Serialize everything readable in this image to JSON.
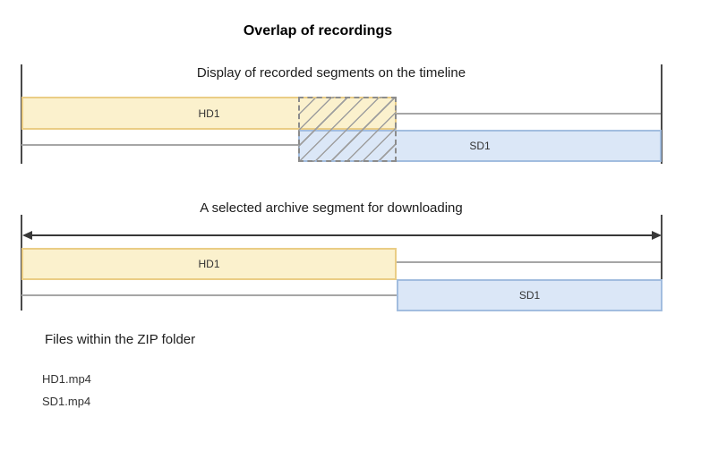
{
  "title": "Overlap of recordings",
  "timeline1": {
    "caption": "Display of recorded segments on the timeline",
    "hd_label": "HD1",
    "sd_label": "SD1"
  },
  "timeline2": {
    "caption": "A selected archive segment for downloading",
    "hd_label": "HD1",
    "sd_label": "SD1"
  },
  "files": {
    "caption": "Files within the ZIP folder",
    "items": [
      "HD1.mp4",
      "SD1.mp4"
    ]
  },
  "colors": {
    "hd-fill": "#fbf1cd",
    "hd-border": "#eacd85",
    "sd-fill": "#dbe7f7",
    "sd-border": "#a2bddf",
    "track-line": "#a6a6a6",
    "boundary-line": "#4a4a4a",
    "arrow-color": "#383838",
    "overlap-dash": "#8c8c8c",
    "hatch-line": "#9e9e9e"
  }
}
